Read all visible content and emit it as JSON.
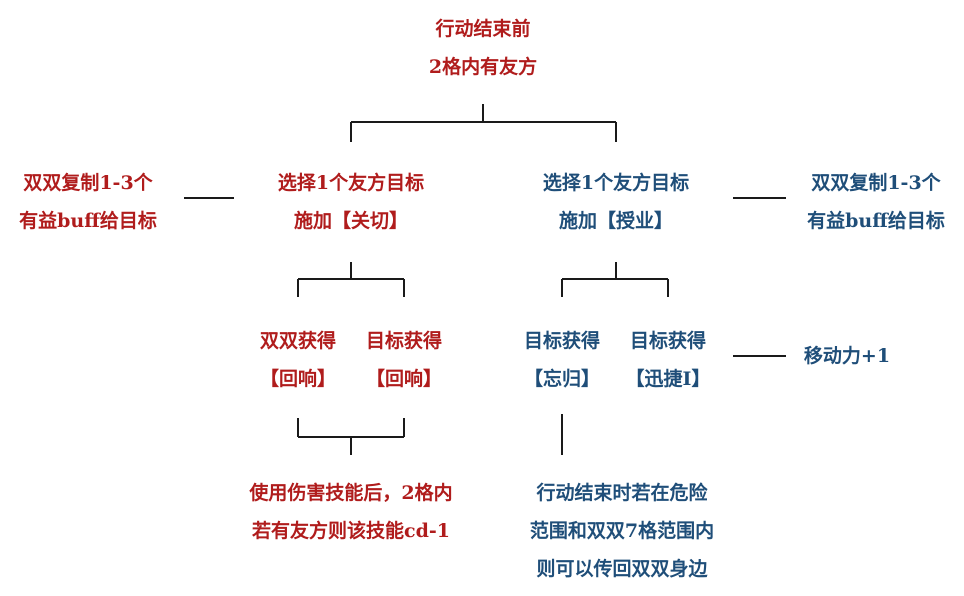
{
  "colors": {
    "red": "#b01c1c",
    "blue": "#1f4e79",
    "line": "#1a1a1a"
  },
  "root": {
    "line1": "行动结束前",
    "line2": "2格内有友方"
  },
  "left_branch": {
    "title1": "选择1个友方目标",
    "title2": "施加【关切】",
    "side1": "双双复制1-3个",
    "side2": "有益buff给目标",
    "child_a1": "双双获得",
    "child_a2": "【回响】",
    "child_b1": "目标获得",
    "child_b2": "【回响】",
    "result1": "使用伤害技能后，2格内",
    "result2": "若有友方则该技能cd-1"
  },
  "right_branch": {
    "title1": "选择1个友方目标",
    "title2": "施加【授业】",
    "side1": "双双复制1-3个",
    "side2": "有益buff给目标",
    "child_a1": "目标获得",
    "child_a2": "【忘归】",
    "child_b1": "目标获得",
    "child_b2": "【迅捷Ⅰ】",
    "child_side": "移动力+1",
    "result1": "行动结束时若在危险",
    "result2": "范围和双双7格范围内",
    "result3": "则可以传回双双身边"
  }
}
